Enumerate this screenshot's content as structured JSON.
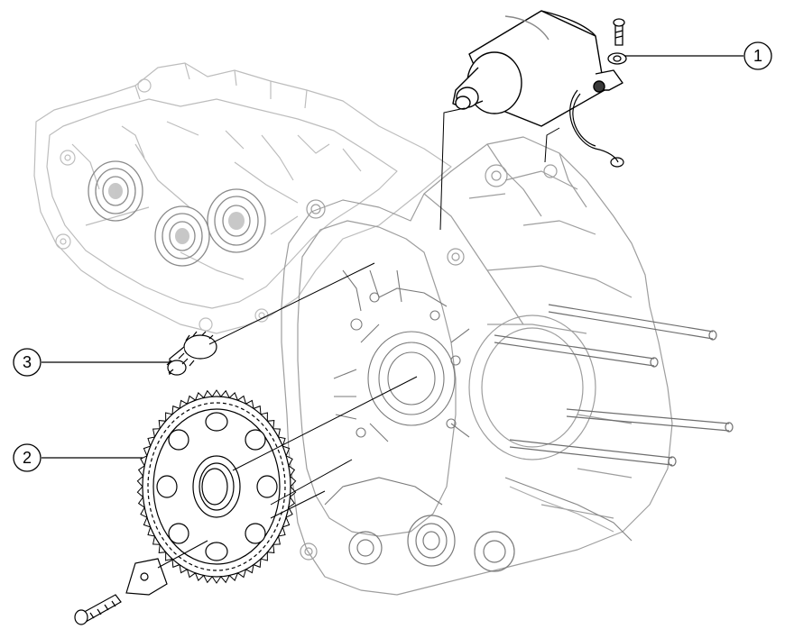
{
  "diagram": {
    "callouts": [
      {
        "id": "1",
        "label": "1"
      },
      {
        "id": "2",
        "label": "2"
      },
      {
        "id": "3",
        "label": "3"
      }
    ]
  },
  "colors": {
    "line": "#000000",
    "light_line": "#b8b8b8",
    "mid_line": "#6e6e6e",
    "dark_fill": "#3a3a3a",
    "background": "#ffffff"
  }
}
